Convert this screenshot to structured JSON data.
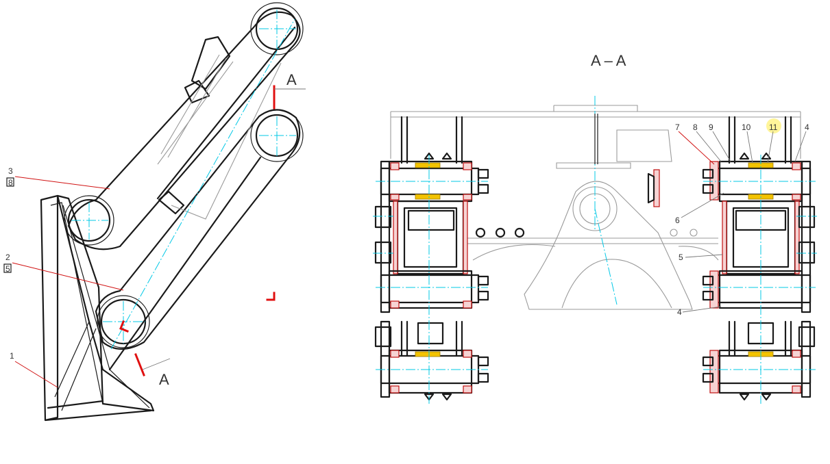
{
  "section": {
    "marker_top": "A",
    "marker_bottom": "A",
    "title": "A – A"
  },
  "callouts_left": [
    {
      "num": "3",
      "sub": "8"
    },
    {
      "num": "2",
      "sub": "5"
    },
    {
      "num": "1",
      "sub": ""
    }
  ],
  "callouts_right": [
    "7",
    "8",
    "9",
    "10",
    "11",
    "4",
    "6",
    "5",
    "4"
  ],
  "colors": {
    "outline": "#1a1a1a",
    "axis": "#00c8e6",
    "section_mark": "#e01010",
    "hatch_red": "#c01010",
    "hatch_yellow": "#f3c300",
    "highlight": "#fff59a"
  }
}
